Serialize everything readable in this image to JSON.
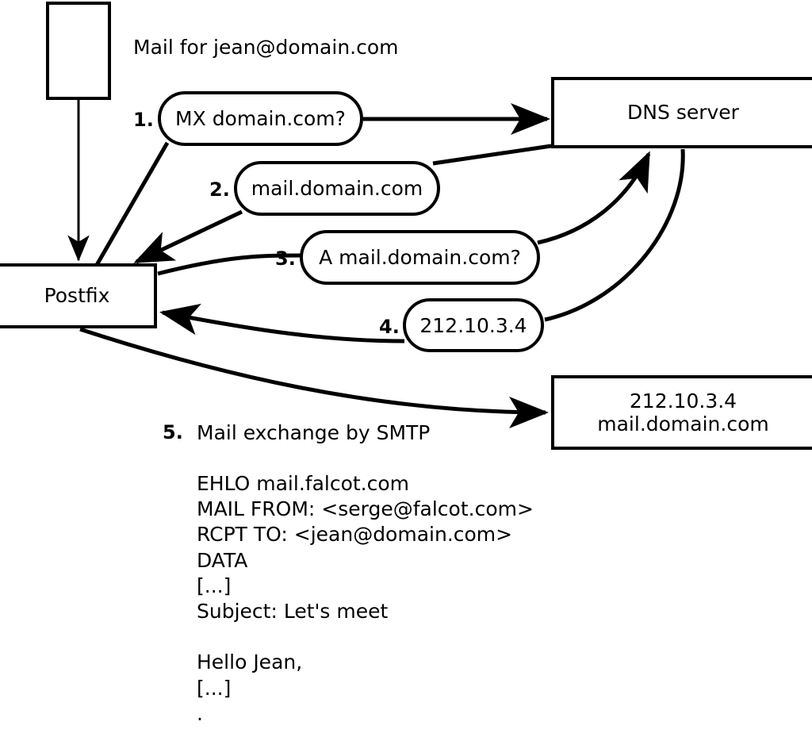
{
  "diagram": {
    "title_label": "Mail for jean@domain.com",
    "nodes": {
      "client": {
        "label": ""
      },
      "postfix": {
        "label": "Postfix"
      },
      "dns": {
        "label": "DNS server"
      },
      "target": {
        "line1": "212.10.3.4",
        "line2": "mail.domain.com"
      }
    },
    "steps": [
      {
        "num": "1.",
        "label": "MX domain.com?"
      },
      {
        "num": "2.",
        "label": "mail.domain.com"
      },
      {
        "num": "3.",
        "label": "A mail.domain.com?"
      },
      {
        "num": "4.",
        "label": "212.10.3.4"
      },
      {
        "num": "5.",
        "label": "Mail exchange by SMTP"
      }
    ],
    "smtp_transcript": [
      "EHLO mail.falcot.com",
      "MAIL FROM: <serge@falcot.com>",
      "RCPT TO: <jean@domain.com>",
      "DATA",
      "[...]",
      "Subject: Let's meet",
      "",
      "Hello Jean,",
      "[...]",
      "."
    ],
    "colors": {
      "stroke": "#000000",
      "background": "#ffffff",
      "text": "#000000"
    }
  }
}
